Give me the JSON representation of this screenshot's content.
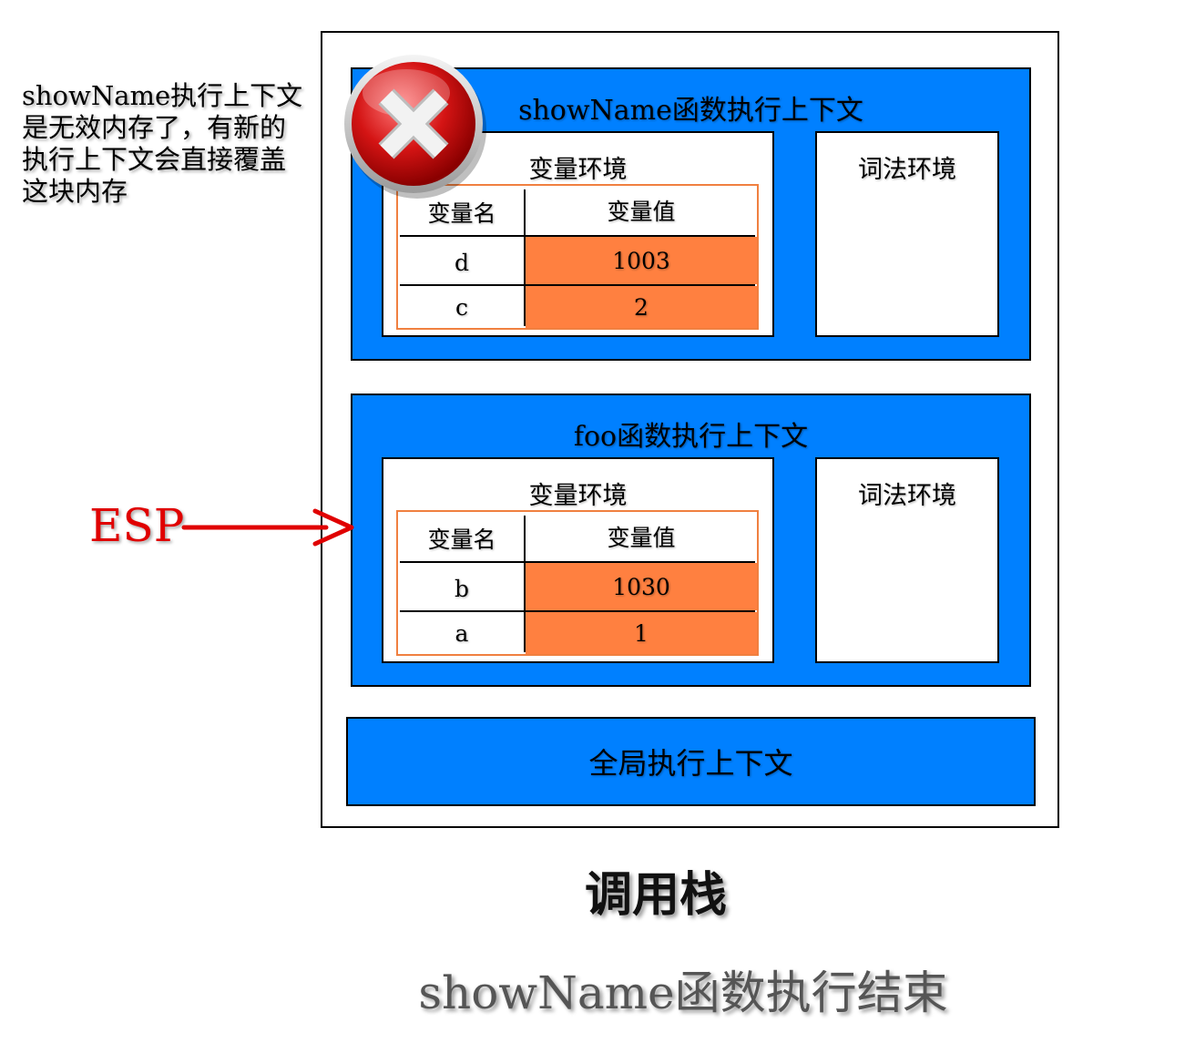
{
  "note": "showName执行上下文\n是无效内存了，有新的\n执行上下文会直接覆盖\n这块内存",
  "colors": {
    "context_bg": "#0080FF",
    "value_cell_bg": "#FF8040",
    "table_border": "#F08040",
    "esp_color": "#E00000"
  },
  "contexts": [
    {
      "title": "showName函数执行上下文",
      "variable_env": {
        "title": "变量环境",
        "headers": [
          "变量名",
          "变量值"
        ],
        "rows": [
          {
            "name": "d",
            "value": "1003"
          },
          {
            "name": "c",
            "value": "2"
          }
        ]
      },
      "lexical_env": {
        "title": "词法环境"
      },
      "invalid": true,
      "icon": "error-x-icon"
    },
    {
      "title": "foo函数执行上下文",
      "variable_env": {
        "title": "变量环境",
        "headers": [
          "变量名",
          "变量值"
        ],
        "rows": [
          {
            "name": "b",
            "value": "1030"
          },
          {
            "name": "a",
            "value": "1"
          }
        ]
      },
      "lexical_env": {
        "title": "词法环境"
      }
    }
  ],
  "global_context": "全局执行上下文",
  "esp": {
    "label": "ESP",
    "icon": "arrow-right-icon"
  },
  "stack_label": "调用栈",
  "caption": "showName函数执行结束"
}
